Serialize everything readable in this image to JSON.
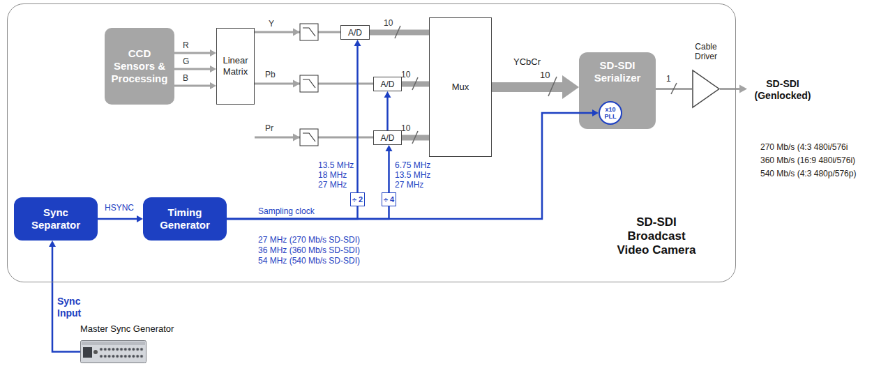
{
  "diagram": {
    "nodes": [
      {
        "text": [
          "SD-SDI Broadcast Video Camera"
        ]
      },
      {
        "text": [
          "CCD Sensors & Processing"
        ],
        "in": 0
      },
      {
        "text": [
          "Linear Matrix"
        ],
        "in": 0
      },
      {
        "text": [
          "A/D"
        ],
        "in": 0
      },
      {
        "text": [
          "A/D"
        ],
        "in": 0
      },
      {
        "text": [
          "A/D"
        ],
        "in": 0
      },
      {
        "text": [
          "Mux"
        ],
        "in": 0
      },
      {
        "text": [
          "SD-SDI Serializer"
        ],
        "in": 0
      },
      {
        "text": [
          "x10 PLL"
        ],
        "in": 7
      },
      {
        "text": [
          "Cable Driver"
        ],
        "in": 0
      },
      {
        "text": [
          "Sync Separator"
        ],
        "in": 0
      },
      {
        "text": [
          "Timing Generator"
        ],
        "in": 0
      },
      {
        "text": [
          "÷ 2"
        ],
        "in": 0
      },
      {
        "text": [
          "÷ 4"
        ],
        "in": 0
      },
      {
        "text": [
          "Master Sync Generator"
        ]
      }
    ],
    "edges": [
      {
        "from": 1,
        "to": 2,
        "label": "R",
        "arrow": "to"
      },
      {
        "from": 1,
        "to": 2,
        "label": "G",
        "arrow": "to"
      },
      {
        "from": 1,
        "to": 2,
        "label": "B",
        "arrow": "to"
      },
      {
        "from": 2,
        "to": 3,
        "label": "Y",
        "arrow": "none"
      },
      {
        "from": 2,
        "to": 4,
        "label": "Pb",
        "arrow": "none"
      },
      {
        "from": 2,
        "to": 5,
        "label": "Pr",
        "arrow": "none"
      },
      {
        "from": 3,
        "to": 6,
        "label": "10",
        "arrow": "none"
      },
      {
        "from": 4,
        "to": 6,
        "label": "10",
        "arrow": "none"
      },
      {
        "from": 5,
        "to": 6,
        "label": "10",
        "arrow": "none"
      },
      {
        "from": 6,
        "to": 7,
        "label": "YCbCr",
        "arrow": "to"
      },
      {
        "from": 7,
        "to": 9,
        "label": "1",
        "arrow": "none"
      },
      {
        "from": 10,
        "to": 11,
        "label": "HSYNC",
        "arrow": "to"
      },
      {
        "from": 11,
        "to": 8,
        "label": "Sampling clock",
        "arrow": "to"
      },
      {
        "from": 11,
        "to": 12,
        "arrow": "none"
      },
      {
        "from": 12,
        "to": 3,
        "arrow": "to"
      },
      {
        "from": 11,
        "to": 13,
        "arrow": "none"
      },
      {
        "from": 13,
        "to": 5,
        "arrow": "to"
      },
      {
        "from": 5,
        "to": 4,
        "arrow": "to"
      },
      {
        "from": 14,
        "to": 10,
        "label": "Sync Input",
        "arrow": "to"
      }
    ],
    "labels": [
      "10",
      "13.5 MHz",
      "18 MHz",
      "27 MHz",
      "6.75 MHz",
      "13.5 MHz",
      "27 MHz",
      "27 MHz (270 Mb/s SD-SDI)",
      "36 MHz (360 Mb/s SD-SDI)",
      "54 MHz (540 Mb/s SD-SDI)",
      "SD-SDI (Genlocked)",
      "270 Mb/s (4:3 480i/576i",
      "360 Mb/s (16:9 480i/576i)",
      "540 Mb/s (4:3 480p/576p)"
    ]
  }
}
